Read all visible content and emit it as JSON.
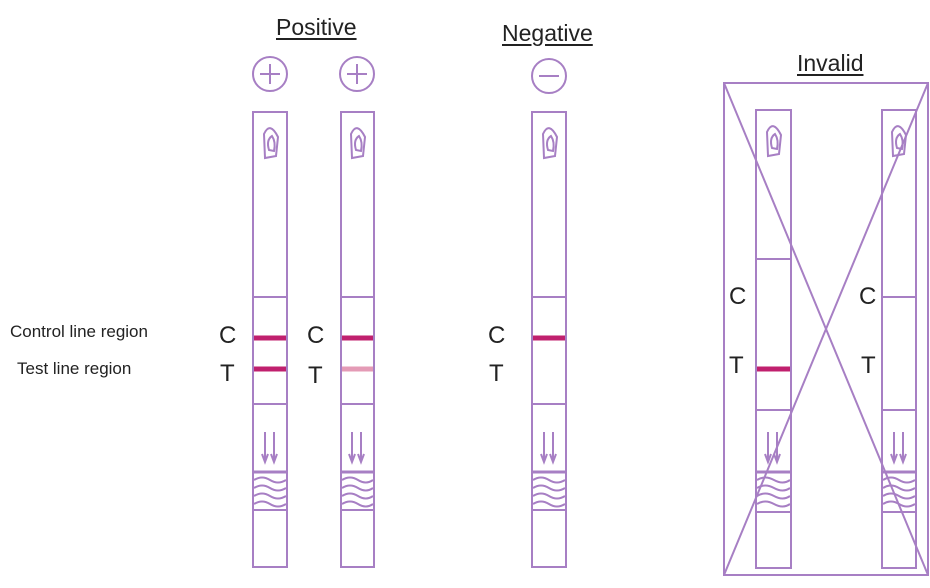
{
  "headings": {
    "positive": "Positive",
    "negative": "Negative",
    "invalid": "Invalid"
  },
  "region_labels": {
    "control": "Control line region",
    "test": "Test line region"
  },
  "letters": {
    "c": "C",
    "t": "T"
  },
  "colors": {
    "outline": "#a77fc4",
    "line_strong": "#c0206e",
    "line_faint": "#e49bb6",
    "cross": "#a77fc4",
    "text": "#222222"
  },
  "strips": [
    {
      "group": "positive",
      "control_line": "strong",
      "test_line": "strong",
      "symbol": "plus"
    },
    {
      "group": "positive",
      "control_line": "strong",
      "test_line": "faint",
      "symbol": "plus"
    },
    {
      "group": "negative",
      "control_line": "strong",
      "test_line": "none",
      "symbol": "minus"
    },
    {
      "group": "invalid",
      "control_line": "none",
      "test_line": "strong",
      "symbol": "none"
    },
    {
      "group": "invalid",
      "control_line": "none",
      "test_line": "none",
      "symbol": "none"
    }
  ],
  "icons": [
    "plus-circle-icon",
    "minus-circle-icon",
    "drop-well-icon",
    "down-arrows-icon",
    "wave-lines-icon",
    "invalid-cross-icon"
  ]
}
